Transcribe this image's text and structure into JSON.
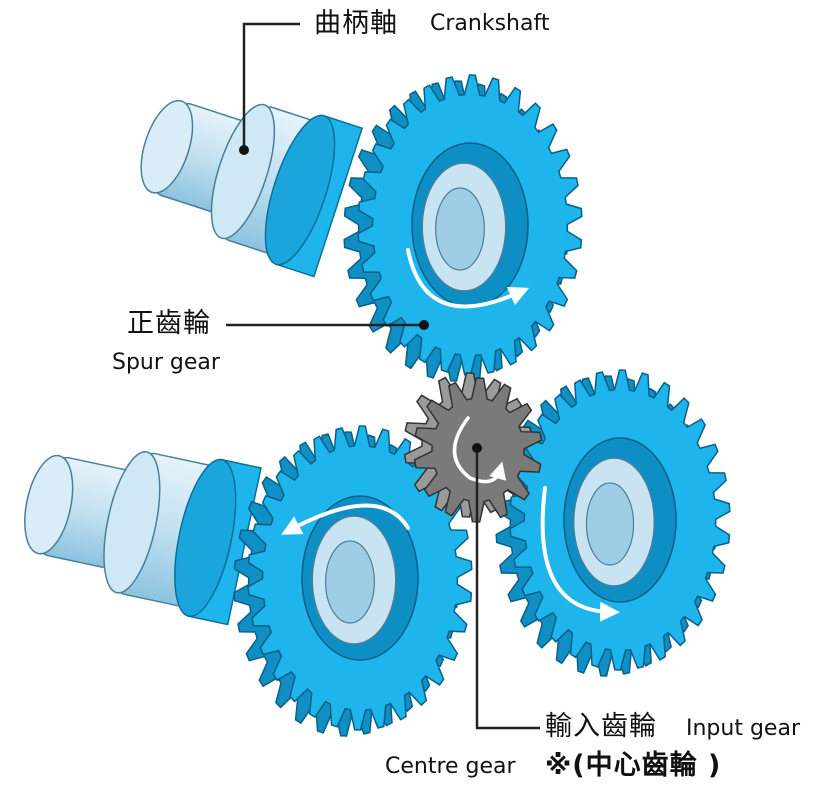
{
  "labels": {
    "crankshaft_cn": "曲柄軸",
    "crankshaft_en": "Crankshaft",
    "spur_gear_cn": "正齒輪",
    "spur_gear_en": "Spur gear",
    "input_gear_cn": "輸入齒輪",
    "input_gear_en": "Input gear",
    "centre_gear_en": "Centre gear",
    "centre_gear_cn": "※(中心齒輪 )"
  },
  "colors": {
    "gear_blue": "#1eb4ec",
    "gear_blue_dark": "#0f8fc4",
    "shaft_light": "#c8e4f2",
    "shaft_mid": "#9fcde6",
    "centre_gear": "#7a7a7a",
    "leader_line": "#222222",
    "arrow": "#ffffff"
  },
  "icons": {
    "rotation_arrow": "curved-arrow-icon"
  }
}
